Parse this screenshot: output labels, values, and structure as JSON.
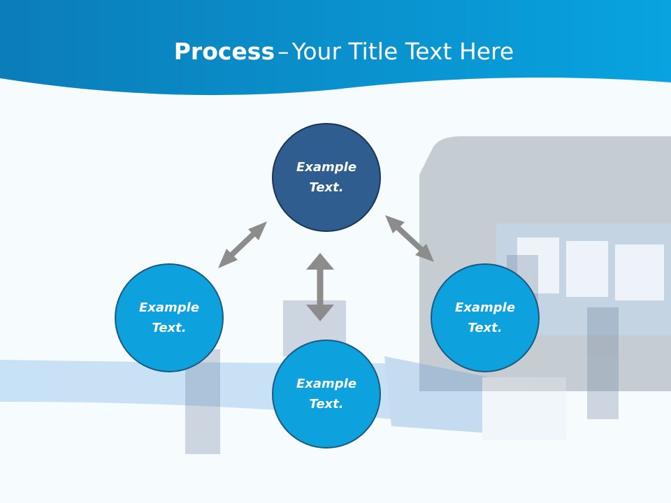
{
  "slide": {
    "title_bold": "Process",
    "title_separator": "–",
    "title_rest": "Your Title Text Here"
  },
  "nodes": {
    "top": "Example\nText.",
    "left": "Example\nText.",
    "right": "Example\nText.",
    "bottom": "Example\nText."
  },
  "colors": {
    "header_blue": "#0a84c2",
    "node_dark": "#2f5d8f",
    "node_light": "#0da1de",
    "arrow_gray": "#8c8c8c"
  }
}
